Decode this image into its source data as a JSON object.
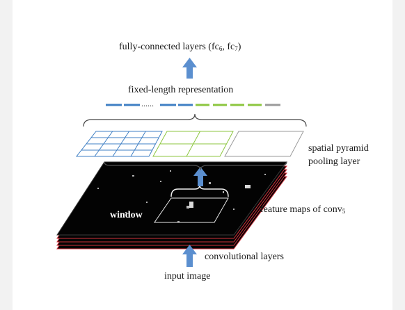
{
  "labels": {
    "fc_prefix": "fully-connected layers (fc",
    "fc_sub1": "6",
    "fc_mid": ", fc",
    "fc_sub2": "7",
    "fc_suffix": ")",
    "fixed_length": "fixed-length representation",
    "dots": "......",
    "spp_line1": "spatial pyramid",
    "spp_line2": "pooling layer",
    "fm_prefix": "feature maps of conv",
    "fm_sub": "5",
    "window": "window",
    "conv_layers": "convolutional layers",
    "input_image": "input image"
  },
  "colors": {
    "blue": "#3f7fc4",
    "arrow_blue": "#5b8fcf",
    "green": "#8cc63f",
    "gray": "#9a9a9a",
    "red": "#d1313b",
    "black_map": "#050505"
  }
}
